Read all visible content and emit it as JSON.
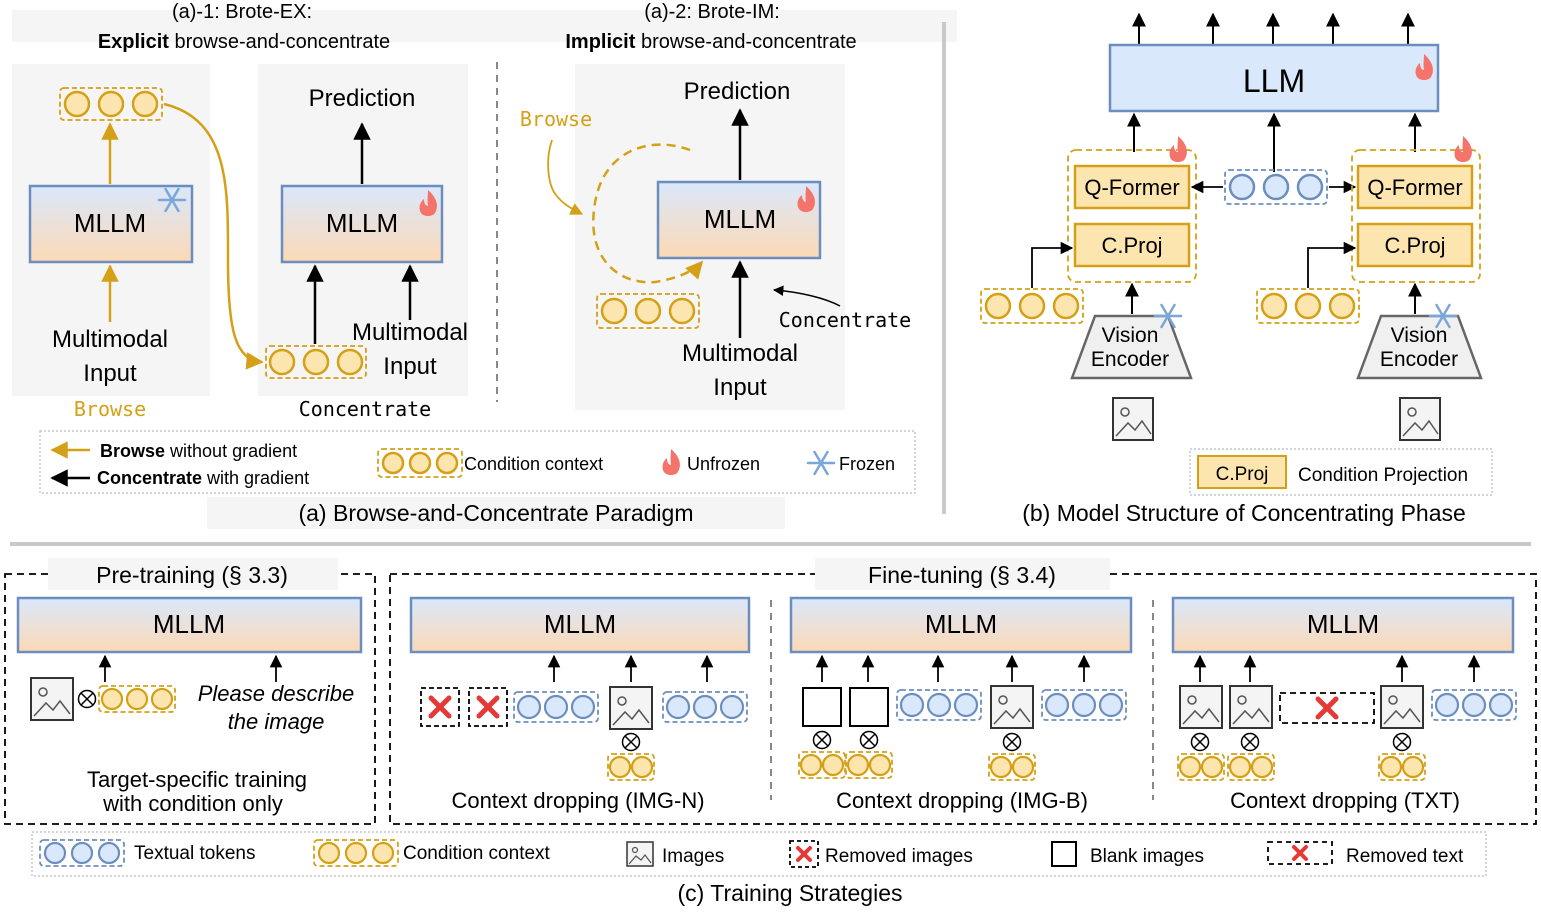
{
  "panel_a": {
    "ex_title_line1": "(a)-1: Brote-EX:",
    "ex_title_bold": "Explicit",
    "ex_title_rest": " browse-and-concentrate",
    "im_title_line1": "(a)-2: Brote-IM:",
    "im_title_bold": "Implicit",
    "im_title_rest": " browse-and-concentrate",
    "mllm": "MLLM",
    "prediction": "Prediction",
    "multimodal": "Multimodal",
    "input": "Input",
    "browse": "Browse",
    "concentrate": "Concentrate",
    "legend": {
      "browse_bold": "Browse",
      "browse_rest": " without gradient",
      "concentrate_bold": "Concentrate",
      "concentrate_rest": " with gradient",
      "condition_context": "Condition context",
      "unfrozen": "Unfrozen",
      "frozen": "Frozen"
    },
    "caption": "(a) Browse-and-Concentrate Paradigm"
  },
  "panel_b": {
    "llm": "LLM",
    "qformer": "Q-Former",
    "cproj": "C.Proj",
    "vision": "Vision",
    "encoder": "Encoder",
    "legend_box": "C.Proj",
    "legend_text": "Condition Projection",
    "caption": "(b) Model Structure of Concentrating Phase"
  },
  "panel_c": {
    "pretrain_title": "Pre-training (§ 3.3)",
    "finetune_title": "Fine-tuning  (§ 3.4)",
    "mllm": "MLLM",
    "prompt_line1": "Please describe",
    "prompt_line2": "the image",
    "pretrain_line1": "Target-specific training",
    "pretrain_line2": "with condition only",
    "img_n": "Context dropping (IMG-N)",
    "img_b": "Context dropping (IMG-B)",
    "txt": "Context dropping (TXT)",
    "legend": {
      "textual": "Textual tokens",
      "condition": "Condition context",
      "images": "Images",
      "removed_images": "Removed images",
      "blank_images": "Blank images",
      "removed_text": "Removed text"
    },
    "caption": "(c) Training Strategies"
  },
  "colors": {
    "gold": "#d4a017",
    "gold_fill": "#fde5b0",
    "blue_border": "#6c8ebf",
    "blue_fill": "#dae8fc",
    "red": "#e53935",
    "panel_bg": "#f5f5f5"
  }
}
